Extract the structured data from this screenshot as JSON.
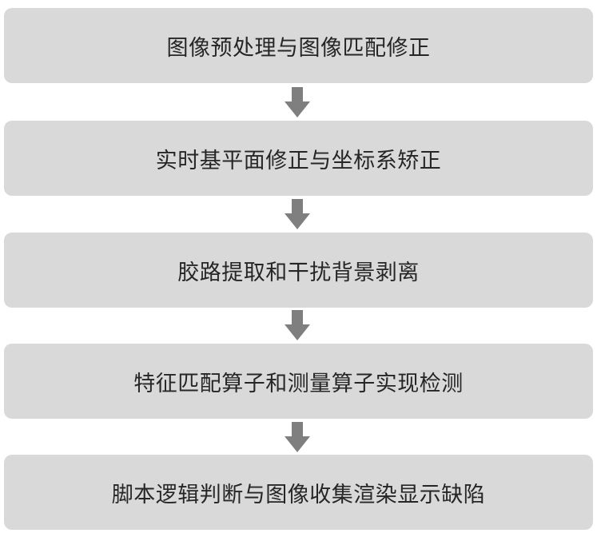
{
  "diagram": {
    "steps": [
      {
        "label": "图像预处理与图像匹配修正"
      },
      {
        "label": "实时基平面修正与坐标系矫正"
      },
      {
        "label": "胶路提取和干扰背景剥离"
      },
      {
        "label": "特征匹配算子和测量算子实现检测"
      },
      {
        "label": "脚本逻辑判断与图像收集渲染显示缺陷"
      }
    ],
    "colors": {
      "box_fill": "#d9d9d9",
      "arrow_fill": "#7f7f7f",
      "text": "#262626"
    }
  }
}
